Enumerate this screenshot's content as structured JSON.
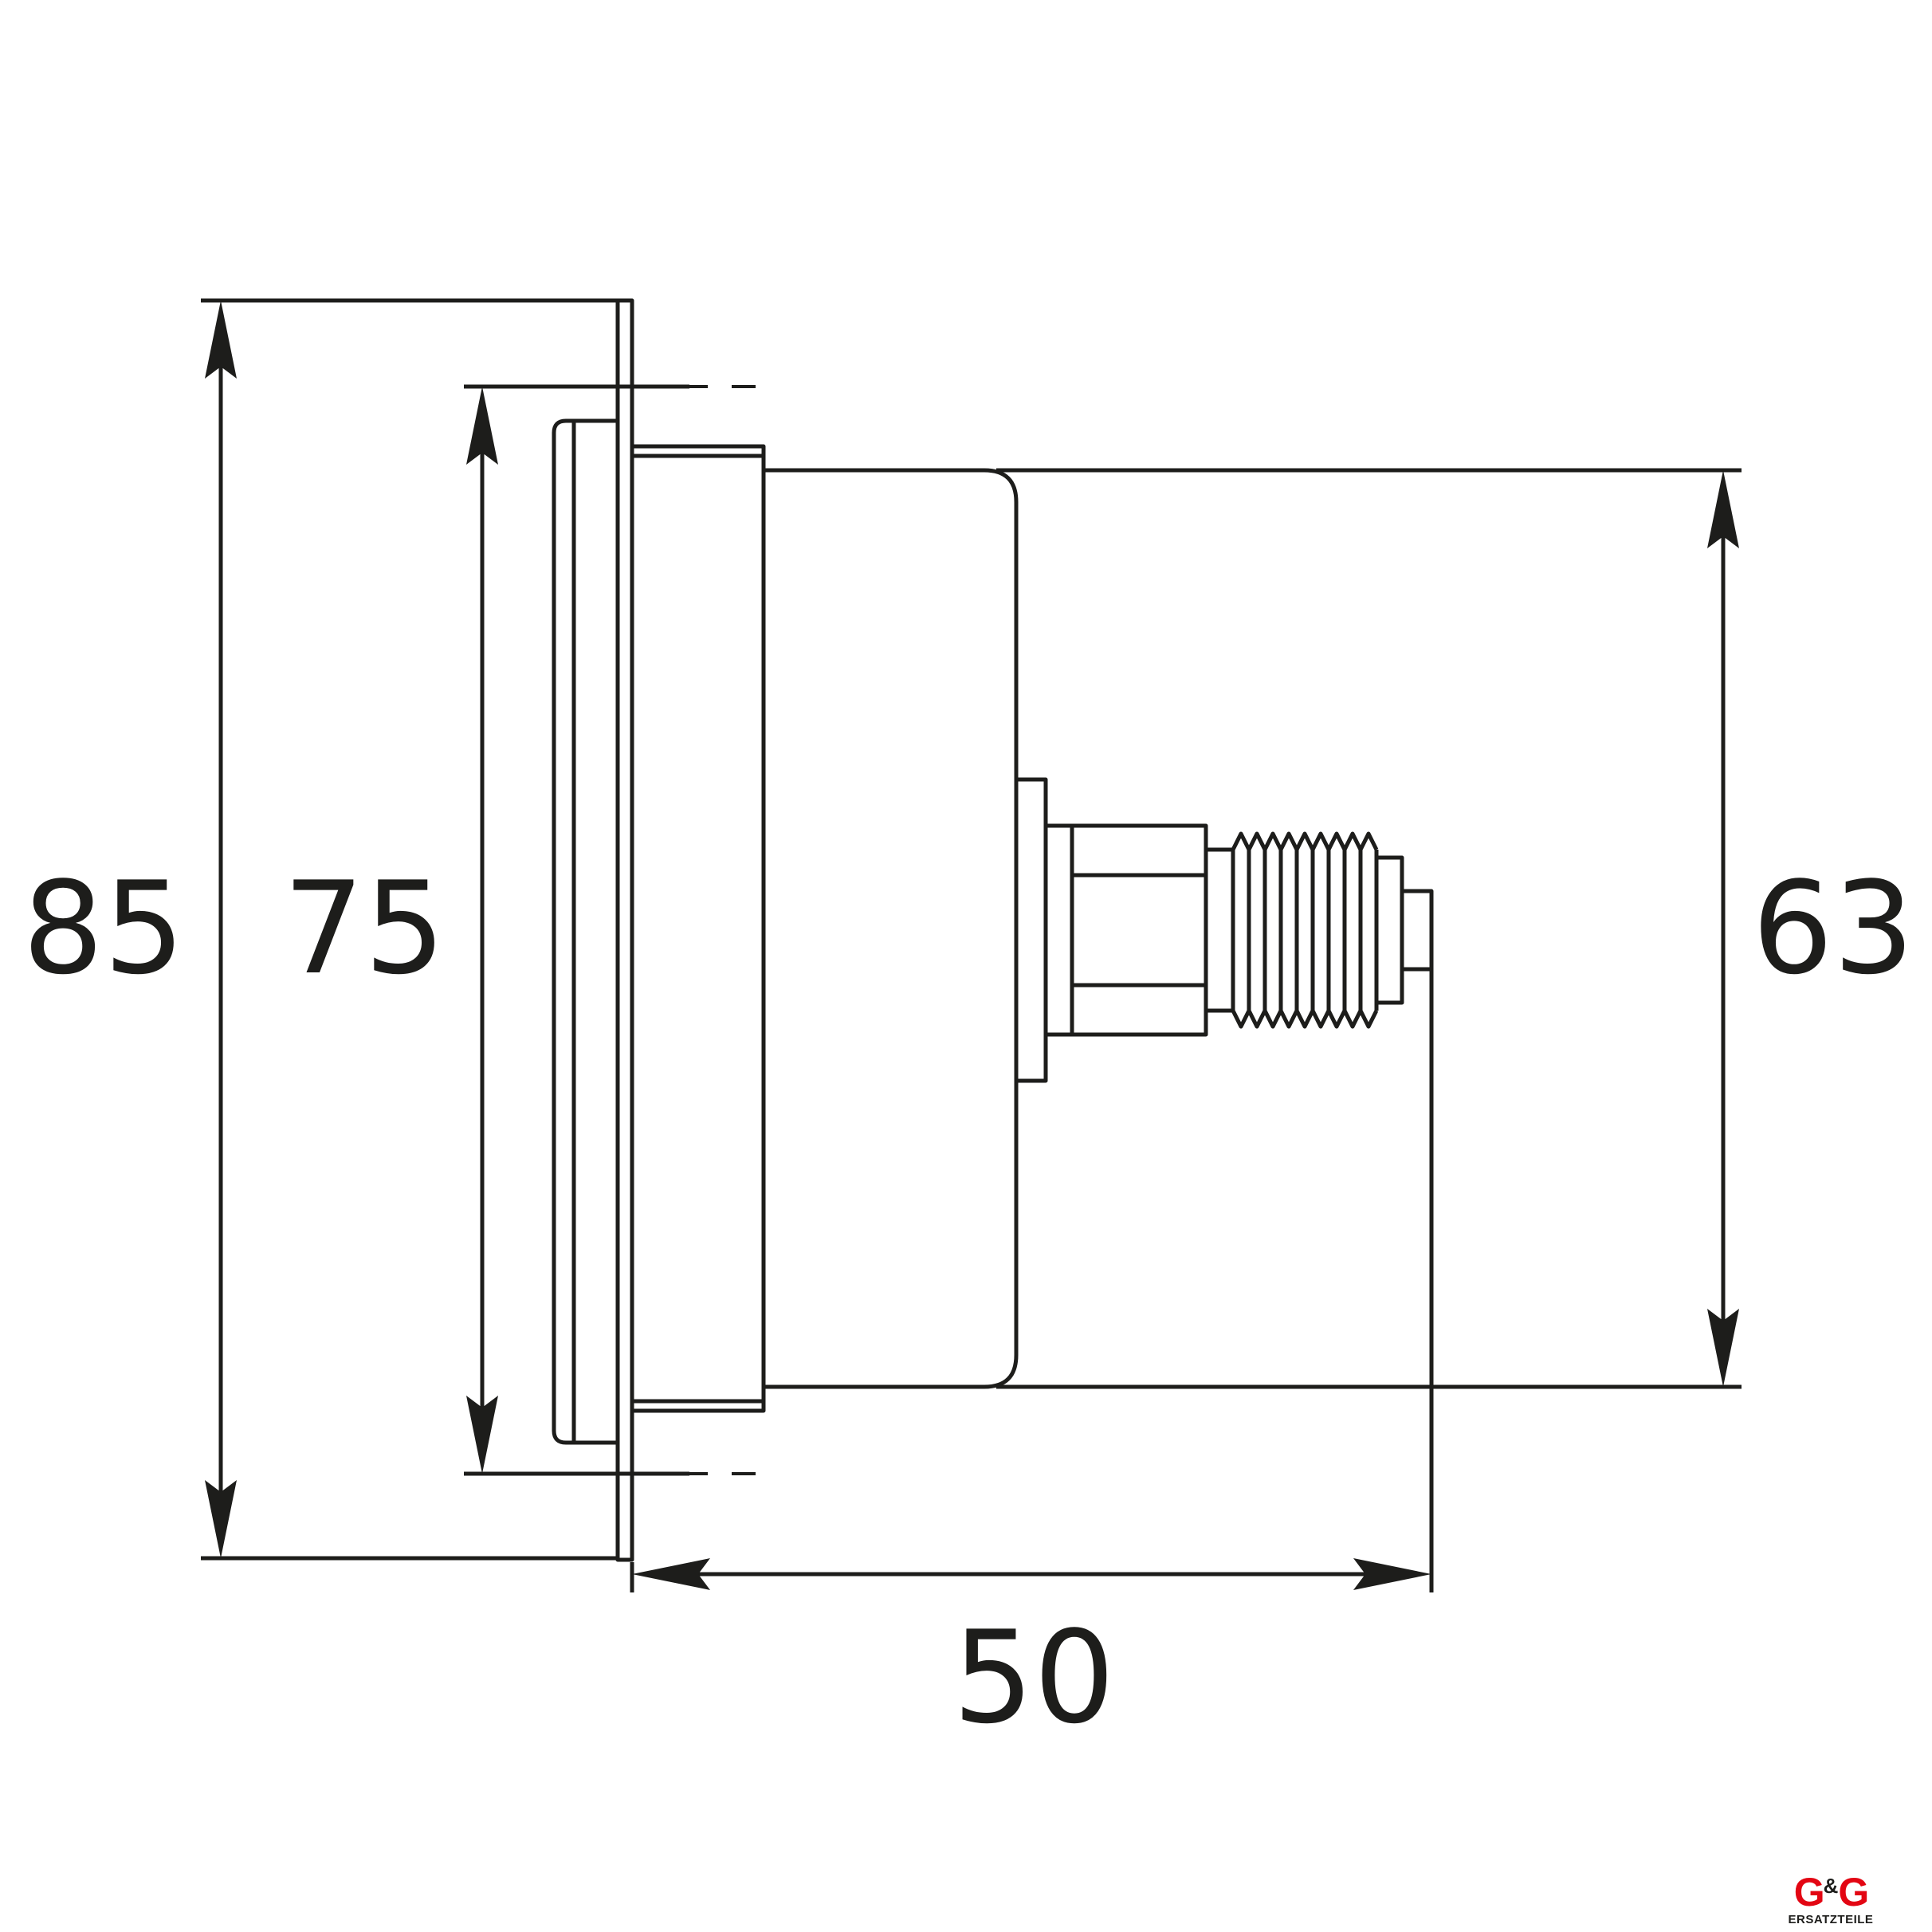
{
  "diagram": {
    "dimensions": {
      "overall_height": "85",
      "flange_height": "75",
      "case_diameter": "63",
      "depth": "50"
    }
  },
  "logo": {
    "mark_left": "G",
    "mark_amp": "&",
    "mark_right": "G",
    "subtitle": "ERSATZTEILE"
  },
  "colors": {
    "line": "#1d1d1b",
    "logo_red": "#e30613"
  }
}
